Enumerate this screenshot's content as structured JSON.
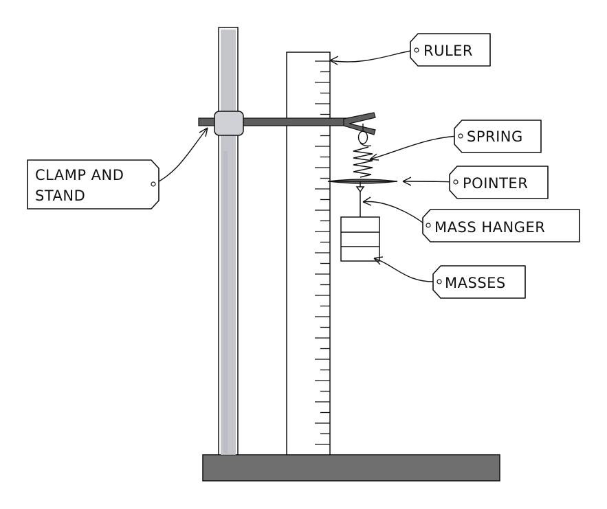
{
  "labels": {
    "ruler": "RULER",
    "spring": "SPRING",
    "pointer": "POINTER",
    "mass_hanger": "MASS HANGER",
    "masses": "MASSES",
    "clamp_line1": "CLAMP AND",
    "clamp_line2": "STAND"
  },
  "colors": {
    "stand_pole": "#c4c6cc",
    "stand_base": "#6f6f6f",
    "clamp_arm": "#5e5e5e",
    "outline": "#111111",
    "background": "#ffffff"
  }
}
